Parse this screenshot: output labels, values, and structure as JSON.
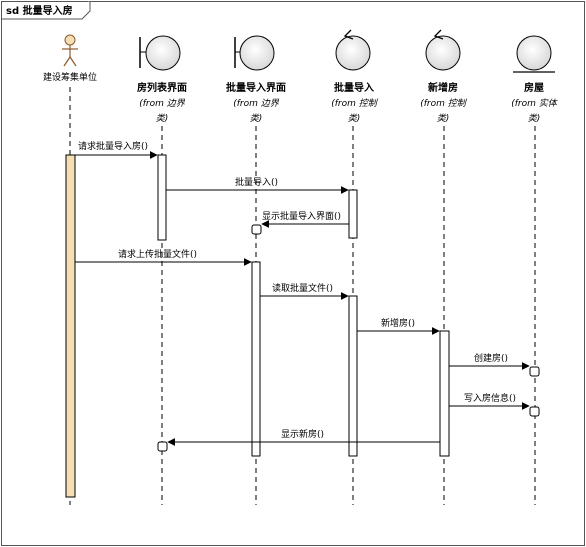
{
  "frame": {
    "title": "sd 批量导入房"
  },
  "actor": {
    "name": "建设筹集单位"
  },
  "participants": [
    {
      "id": "p1",
      "name": "房列表界面",
      "kind": "boundary",
      "from": [
        "(from 边界",
        "类)"
      ]
    },
    {
      "id": "p2",
      "name": "批量导入界面",
      "kind": "boundary",
      "from": [
        "(from 边界",
        "类)"
      ]
    },
    {
      "id": "p3",
      "name": "批量导入",
      "kind": "control",
      "from": [
        "(from 控制",
        "类)"
      ]
    },
    {
      "id": "p4",
      "name": "新增房",
      "kind": "control",
      "from": [
        "(from 控制",
        "类)"
      ]
    },
    {
      "id": "p5",
      "name": "房屋",
      "kind": "entity",
      "from": [
        "(from 实体",
        "类)"
      ]
    }
  ],
  "messages": [
    {
      "label": "请求批量导入房()"
    },
    {
      "label": "批量导入()"
    },
    {
      "label": "显示批量导入界面()"
    },
    {
      "label": "请求上传批量文件()"
    },
    {
      "label": "读取批量文件()"
    },
    {
      "label": "新增房()"
    },
    {
      "label": "创建房()"
    },
    {
      "label": "写入房信息()"
    },
    {
      "label": "显示新房()"
    }
  ],
  "colors": {
    "actor_activation": "#f5deb3",
    "icon_fill": "#e8e8e8",
    "frame_border": "#555555"
  }
}
